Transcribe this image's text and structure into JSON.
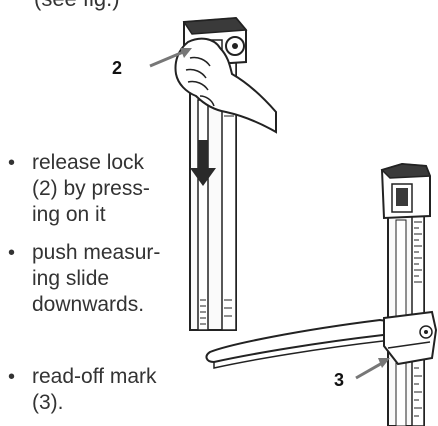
{
  "page": {
    "top_partial_text": "(see fig.)"
  },
  "instructions": [
    {
      "text": "release lock\n(2) by press-\ning on it"
    },
    {
      "text": "push measur-\ning slide\ndownwards."
    },
    {
      "text": "read-off mark\n(3)."
    }
  ],
  "callouts": {
    "lock": "2",
    "mark": "3"
  },
  "illustrations": {
    "figure_release_lock": "hand-pressing-lock-illustration",
    "figure_read_off": "measuring-rod-with-slide-illustration"
  },
  "colors": {
    "line": "#222222",
    "fill_light": "#f2f2f2",
    "fill_dark": "#3a3a3a",
    "text": "#333333"
  }
}
